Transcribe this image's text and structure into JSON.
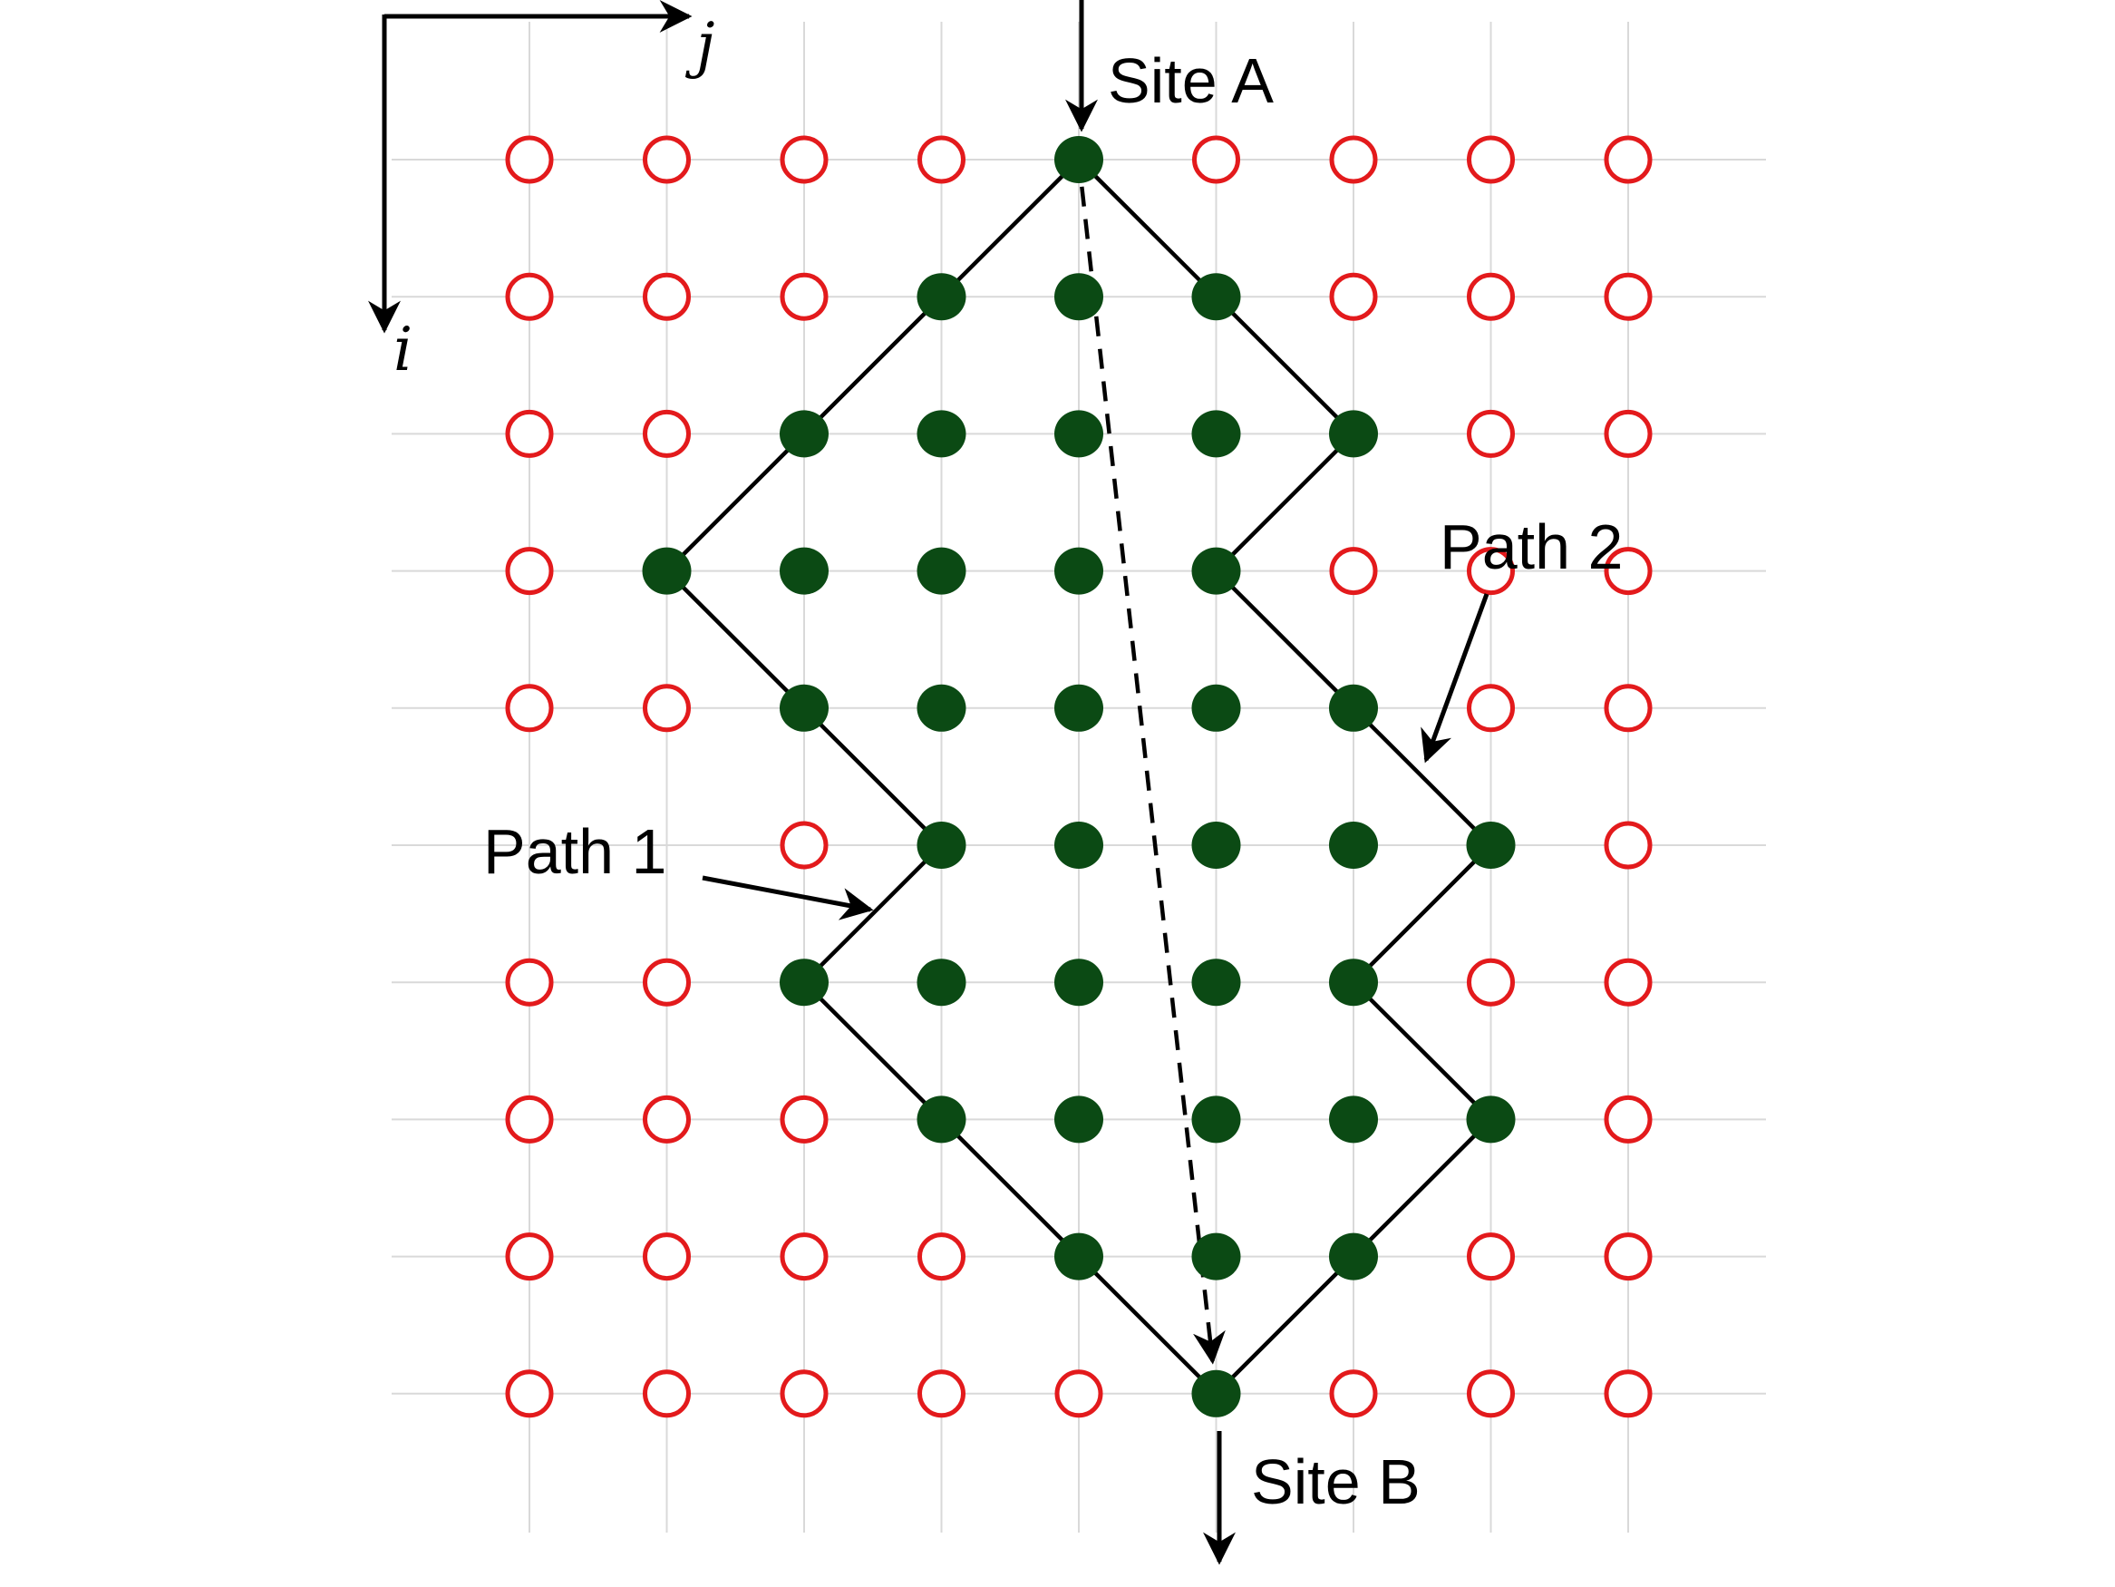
{
  "colors": {
    "occupied": "#0b4a14",
    "empty": "#e31a1c",
    "grid": "#d9d9d9",
    "line": "#000000"
  },
  "axes": {
    "column_label": "j",
    "row_label": "i"
  },
  "labels": {
    "site_a": "Site A",
    "site_b": "Site B",
    "path_1": "Path 1",
    "path_2": "Path 2"
  },
  "lattice": {
    "rows": 10,
    "cols": 9,
    "occupied_cols_by_row": [
      [
        4
      ],
      [
        3,
        4,
        5
      ],
      [
        2,
        3,
        4,
        5,
        6
      ],
      [
        1,
        2,
        3,
        4,
        5
      ],
      [
        2,
        3,
        4,
        5,
        6
      ],
      [
        3,
        4,
        5,
        6,
        7
      ],
      [
        2,
        3,
        4,
        5,
        6
      ],
      [
        3,
        4,
        5,
        6,
        7
      ],
      [
        4,
        5,
        6
      ],
      [
        5
      ]
    ],
    "missing_sites": [
      [
        5,
        0
      ],
      [
        5,
        1
      ]
    ]
  },
  "paths": {
    "path_1": [
      [
        0,
        4
      ],
      [
        1,
        3
      ],
      [
        2,
        2
      ],
      [
        3,
        1
      ],
      [
        4,
        2
      ],
      [
        5,
        3
      ],
      [
        6,
        2
      ],
      [
        7,
        3
      ],
      [
        8,
        4
      ],
      [
        9,
        5
      ]
    ],
    "path_2": [
      [
        0,
        4
      ],
      [
        1,
        5
      ],
      [
        2,
        6
      ],
      [
        3,
        5
      ],
      [
        4,
        6
      ],
      [
        5,
        7
      ],
      [
        6,
        6
      ],
      [
        7,
        7
      ],
      [
        8,
        6
      ],
      [
        9,
        5
      ]
    ],
    "direct": [
      [
        0,
        4
      ],
      [
        9,
        5
      ]
    ]
  }
}
